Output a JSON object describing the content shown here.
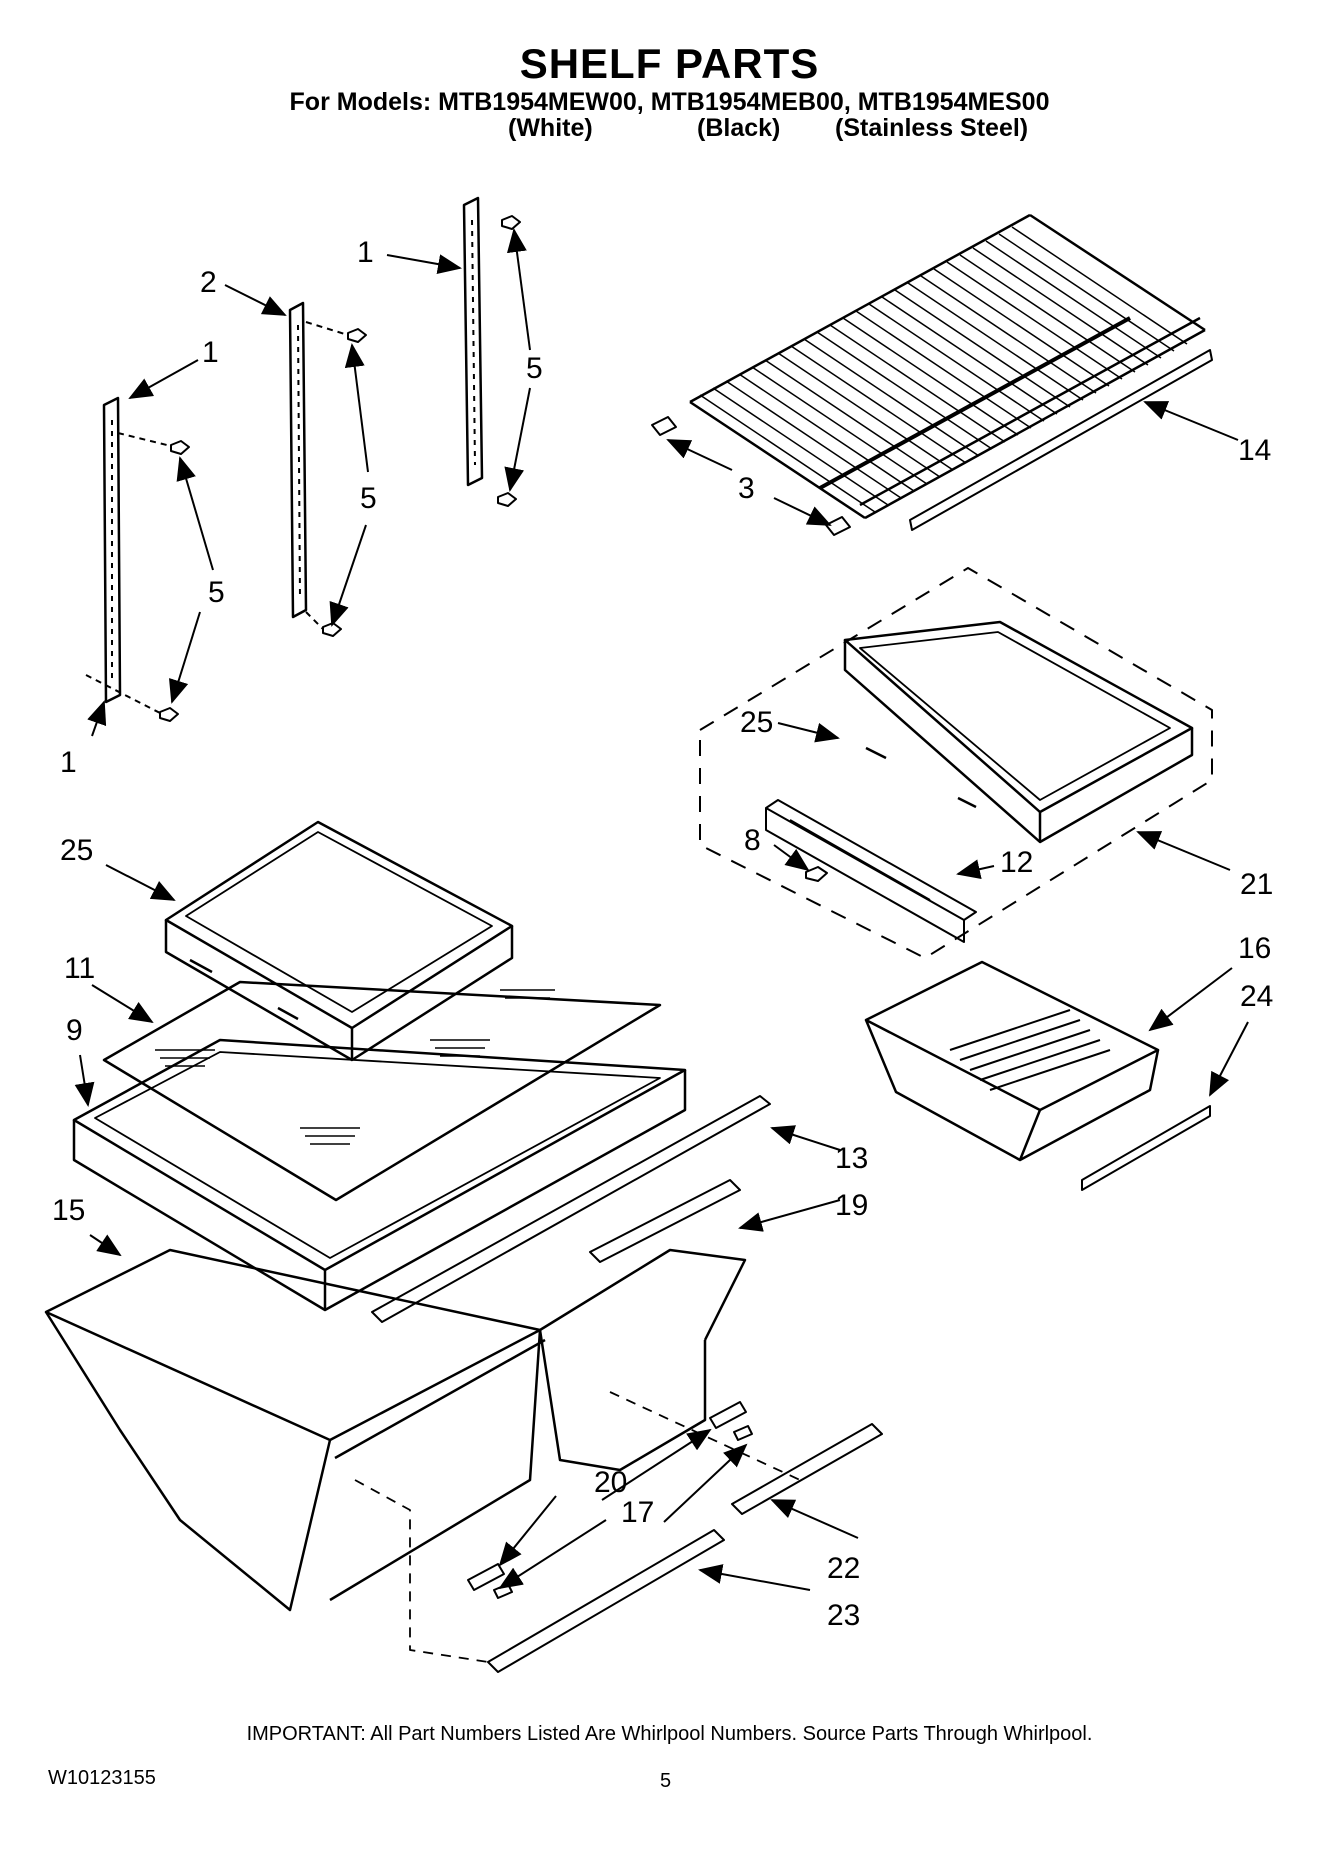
{
  "header": {
    "title": "SHELF PARTS",
    "models_line": "For Models: MTB1954MEW00, MTB1954MEB00, MTB1954MES00",
    "variants": [
      "(White)",
      "(Black)",
      "(Stainless Steel)"
    ]
  },
  "callouts": [
    "1",
    "2",
    "1",
    "1",
    "5",
    "5",
    "5",
    "1",
    "14",
    "3",
    "25",
    "21",
    "8",
    "12",
    "16",
    "24",
    "25",
    "11",
    "9",
    "13",
    "15",
    "19",
    "20",
    "17",
    "22",
    "23"
  ],
  "footer": {
    "note": "IMPORTANT: All Part Numbers Listed Are Whirlpool Numbers. Source Parts Through Whirlpool.",
    "doc_number": "W10123155",
    "page_number": "5"
  }
}
